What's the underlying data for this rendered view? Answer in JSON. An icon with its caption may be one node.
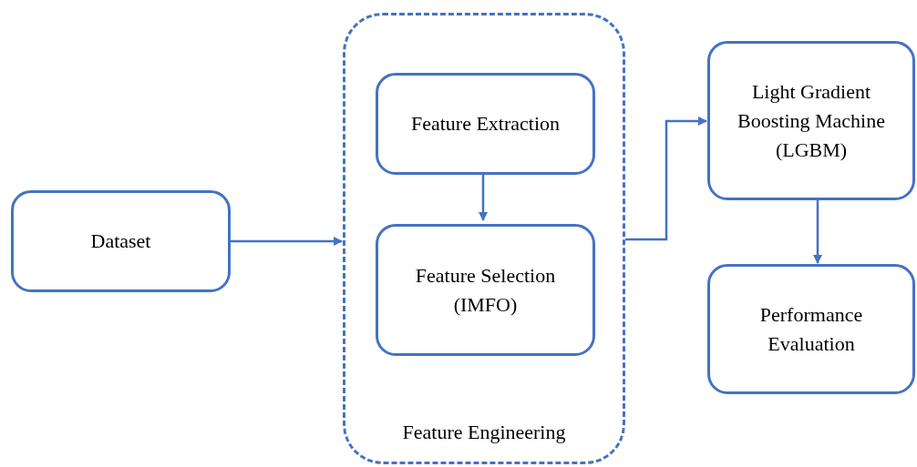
{
  "diagram": {
    "nodes": [
      {
        "text": [
          "Dataset"
        ]
      },
      {
        "text": [
          "Feature Engineering"
        ]
      },
      {
        "text": [
          "Feature Extraction"
        ],
        "in": 1
      },
      {
        "text": [
          "Feature Selection (IMFO)"
        ],
        "in": 1
      },
      {
        "text": [
          "Light Gradient Boosting Machine (LGBM)"
        ]
      },
      {
        "text": [
          "Performance Evaluation"
        ]
      }
    ],
    "edges": [
      {
        "from": 0,
        "to": 1,
        "arrow": "to"
      },
      {
        "from": 2,
        "to": 3,
        "arrow": "to"
      },
      {
        "from": 1,
        "to": 4,
        "arrow": "to"
      },
      {
        "from": 4,
        "to": 5,
        "arrow": "to"
      }
    ]
  }
}
